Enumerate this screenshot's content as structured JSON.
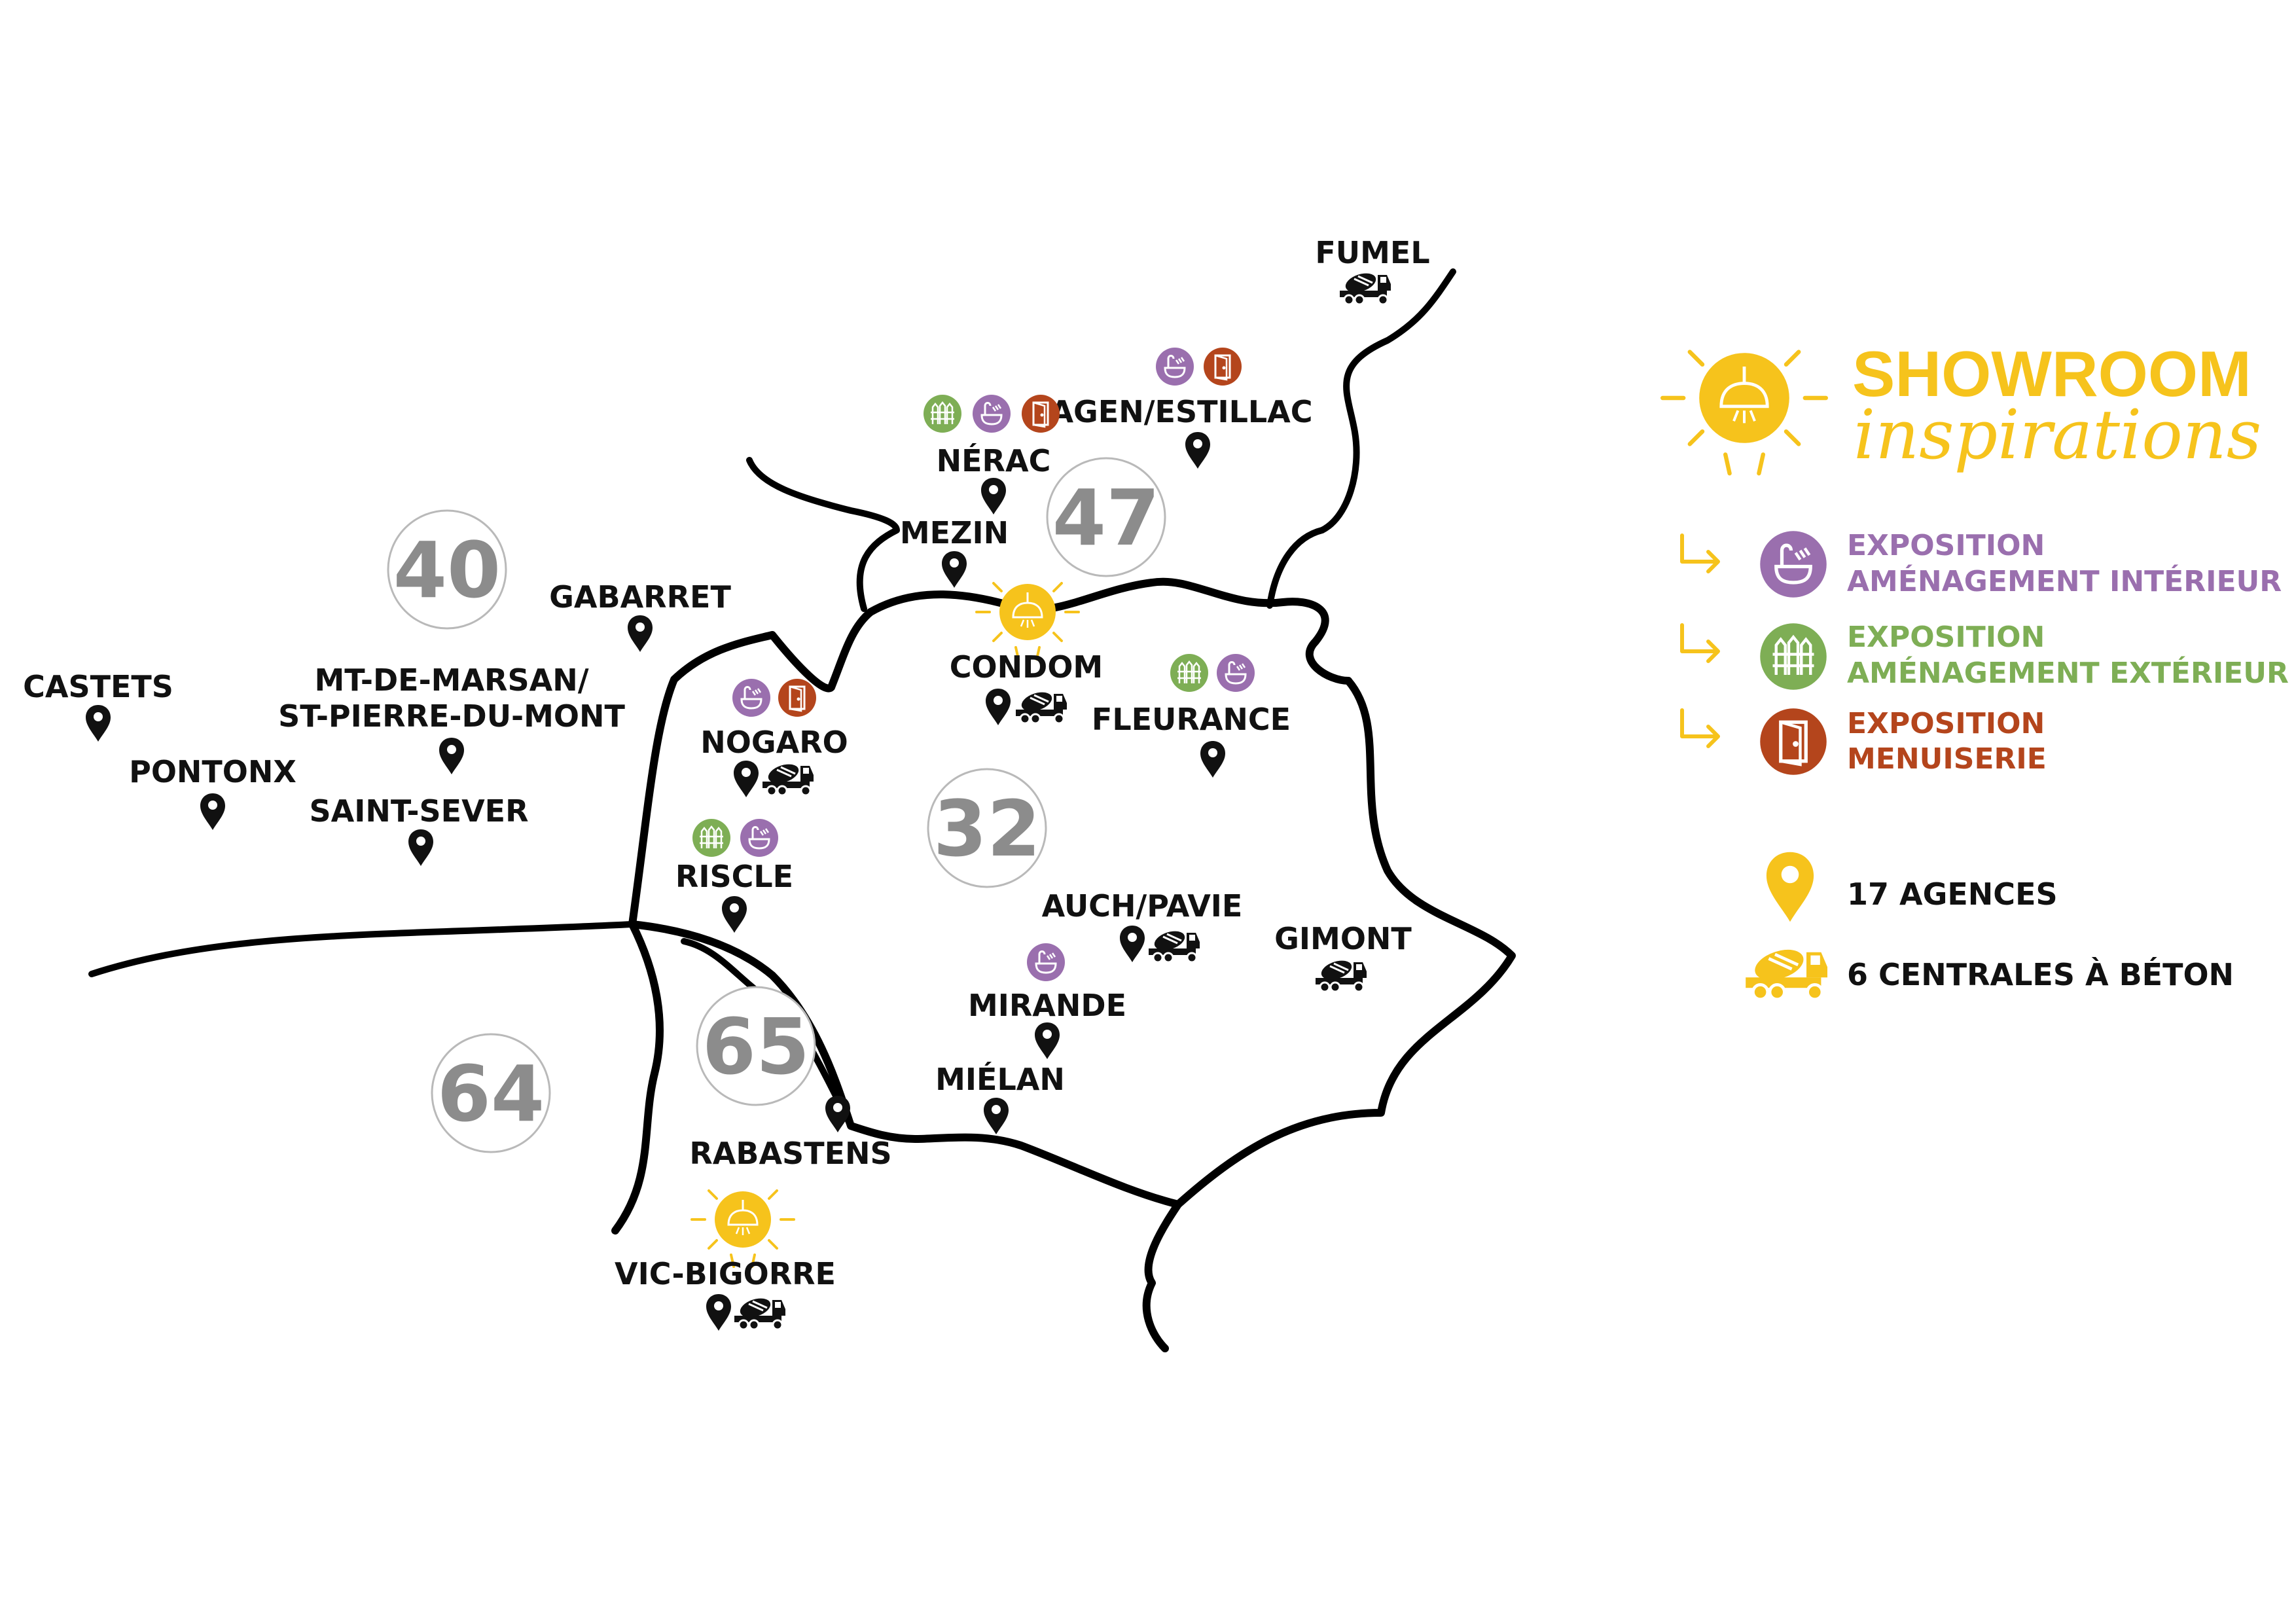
{
  "colors": {
    "yellow": "#f6c31c",
    "purple": "#9a6fae",
    "green": "#7eae55",
    "brown": "#b4451c",
    "dept_gray": "#8c8c8c",
    "text": "#111111"
  },
  "departments": [
    {
      "label": "40"
    },
    {
      "label": "47"
    },
    {
      "label": "32"
    },
    {
      "label": "65"
    },
    {
      "label": "64"
    }
  ],
  "cities": [
    {
      "name": "FUMEL",
      "icons": [
        "cement-truck"
      ]
    },
    {
      "name": "AGEN/ESTILLAC",
      "icons": [
        "pin",
        "interior-badge",
        "joinery-badge"
      ]
    },
    {
      "name": "NÉRAC",
      "icons": [
        "pin",
        "exterior-badge",
        "interior-badge",
        "joinery-badge"
      ]
    },
    {
      "name": "MEZIN",
      "icons": [
        "pin"
      ]
    },
    {
      "name": "CONDOM",
      "icons": [
        "pin",
        "cement-truck",
        "showroom-lamp"
      ]
    },
    {
      "name": "GABARRET",
      "icons": [
        "pin"
      ]
    },
    {
      "name": "CASTETS",
      "icons": [
        "pin"
      ]
    },
    {
      "name": "MT-DE-MARSAN/",
      "icons": []
    },
    {
      "name": "ST-PIERRE-DU-MONT",
      "icons": [
        "pin"
      ]
    },
    {
      "name": "PONTONX",
      "icons": [
        "pin"
      ]
    },
    {
      "name": "SAINT-SEVER",
      "icons": [
        "pin"
      ]
    },
    {
      "name": "NOGARO",
      "icons": [
        "pin",
        "cement-truck",
        "interior-badge",
        "joinery-badge"
      ]
    },
    {
      "name": "FLEURANCE",
      "icons": [
        "pin",
        "exterior-badge",
        "interior-badge"
      ]
    },
    {
      "name": "RISCLE",
      "icons": [
        "pin",
        "exterior-badge",
        "interior-badge"
      ]
    },
    {
      "name": "AUCH/PAVIE",
      "icons": [
        "pin",
        "cement-truck"
      ]
    },
    {
      "name": "GIMONT",
      "icons": [
        "cement-truck"
      ]
    },
    {
      "name": "MIRANDE",
      "icons": [
        "pin",
        "interior-badge"
      ]
    },
    {
      "name": "MIÉLAN",
      "icons": [
        "pin"
      ]
    },
    {
      "name": "RABASTENS",
      "icons": [
        "pin"
      ]
    },
    {
      "name": "VIC-BIGORRE",
      "icons": [
        "pin",
        "cement-truck",
        "showroom-lamp"
      ]
    }
  ],
  "legend": {
    "title": "SHOWROOM",
    "subtitle": "inspirations",
    "items": [
      {
        "line1": "EXPOSITION",
        "line2": "AMÉNAGEMENT INTÉRIEUR",
        "icon": "interior-badge",
        "color": "#9a6fae"
      },
      {
        "line1": "EXPOSITION",
        "line2": "AMÉNAGEMENT EXTÉRIEUR",
        "icon": "exterior-badge",
        "color": "#7eae55"
      },
      {
        "line1": "EXPOSITION",
        "line2": "MENUISERIE",
        "icon": "joinery-badge",
        "color": "#b4451c"
      }
    ],
    "counts": [
      {
        "label": "17 AGENCES",
        "icon": "pin"
      },
      {
        "label": "6 CENTRALES À BÉTON",
        "icon": "cement-truck"
      }
    ]
  }
}
